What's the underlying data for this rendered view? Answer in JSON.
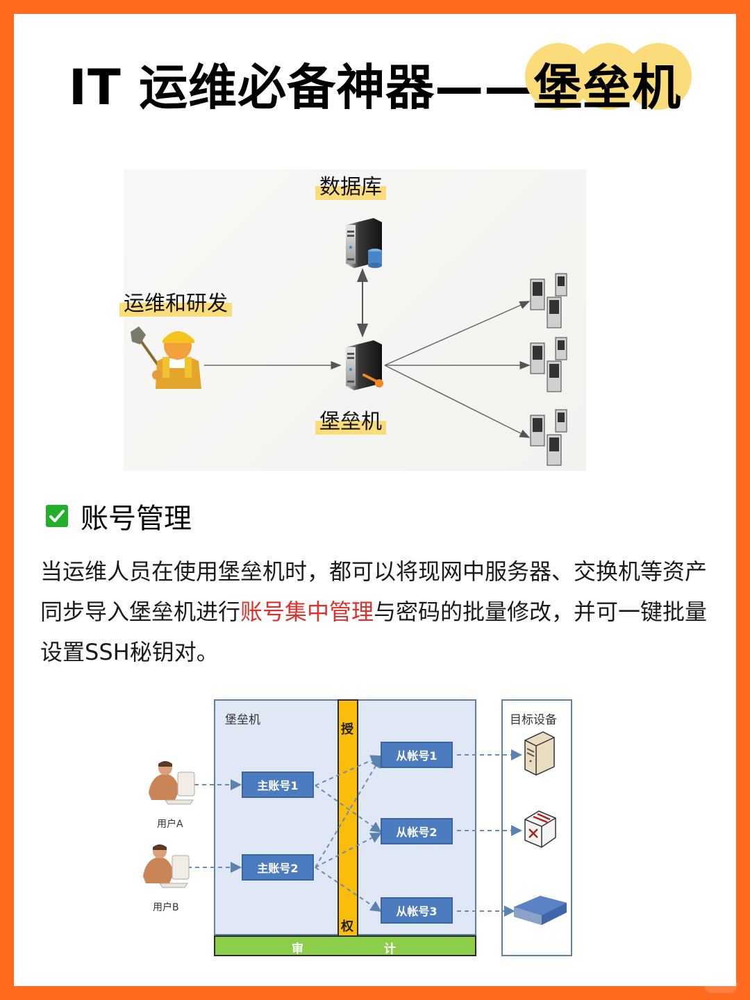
{
  "title": {
    "prefix": "IT 运维必备神器——",
    "highlight": "堡垒机"
  },
  "diagram1": {
    "labels": {
      "database": "数据库",
      "ops_dev": "运维和研发",
      "bastion": "堡垒机"
    },
    "icons": [
      "worker-icon",
      "database-server-icon",
      "bastion-server-key-icon",
      "server-cluster-icon"
    ],
    "server_groups": 3
  },
  "section": {
    "icon": "green-checkbox-icon",
    "heading": "账号管理",
    "paragraph": {
      "part1": "当运维人员在使用堡垒机时，都可以将现网中服务器、交换机等资产同步导入堡垒机进行",
      "highlight": "账号集中管理",
      "part2": "与密码的批量修改，并可一键批量设置SSH秘钥对。"
    },
    "highlight_color": "#e0302a"
  },
  "diagram2": {
    "bastion_label": "堡垒机",
    "target_label": "目标设备",
    "auth_chars": [
      "授",
      "权"
    ],
    "audit_chars": [
      "审",
      "计"
    ],
    "users": [
      {
        "label": "用户A",
        "icon": "user-computer-icon"
      },
      {
        "label": "用户B",
        "icon": "user-computer-icon"
      }
    ],
    "master_accounts": [
      "主账号1",
      "主账号2"
    ],
    "slave_accounts": [
      "从帐号1",
      "从帐号2",
      "从帐号3"
    ],
    "targets": [
      {
        "icon": "server-tower-icon"
      },
      {
        "icon": "network-switch-icon"
      },
      {
        "icon": "rack-server-icon"
      }
    ],
    "colors": {
      "account_box": "#4b7cc0",
      "bastion_bg": "#dfe8f4",
      "auth_bar": "#fbbd0c",
      "audit_bar": "#8cce4a"
    }
  },
  "colors": {
    "frame": "#ff6a1f",
    "highlight": "#fbdc7a"
  }
}
